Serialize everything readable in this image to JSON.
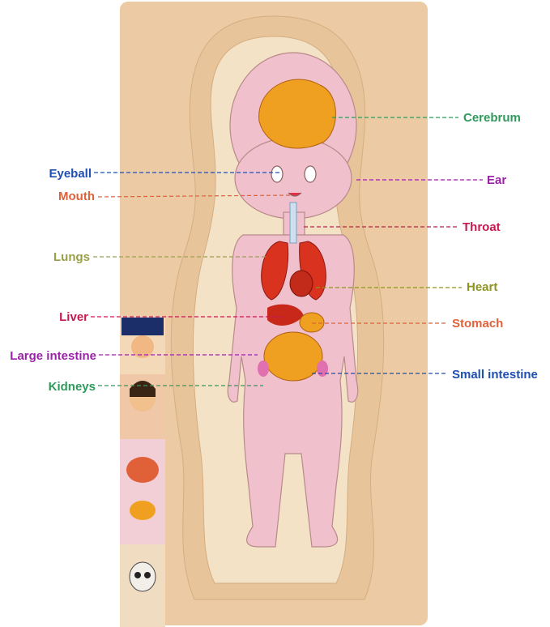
{
  "labels_left": [
    {
      "text": "Eyeball",
      "color": "#1f4fb0"
    },
    {
      "text": "Mouth",
      "color": "#e0623a"
    },
    {
      "text": "Lungs",
      "color": "#9aa04a"
    },
    {
      "text": "Liver",
      "color": "#c8184f"
    },
    {
      "text": "Large intestine",
      "color": "#9a22a8"
    },
    {
      "text": "Kidneys",
      "color": "#2f9a5c"
    }
  ],
  "labels_right": [
    {
      "text": "Cerebrum",
      "color": "#2f9a5c"
    },
    {
      "text": "Ear",
      "color": "#9a22a8"
    },
    {
      "text": "Throat",
      "color": "#c8184f"
    },
    {
      "text": "Heart",
      "color": "#8f9420"
    },
    {
      "text": "Stomach",
      "color": "#e0623a"
    },
    {
      "text": "Small intestine",
      "color": "#1f4fb0"
    }
  ],
  "colors": {
    "board": "#eccaa3",
    "body": "#f0c0cc",
    "organ_red": "#d9321f",
    "organ_orange": "#f0a020"
  }
}
